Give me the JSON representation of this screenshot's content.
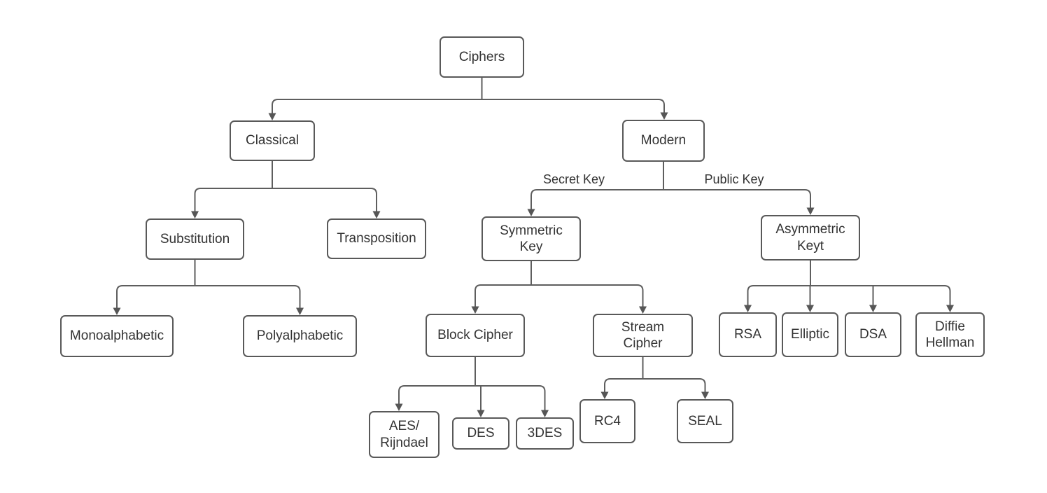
{
  "diagram": {
    "colors": {
      "background": "#ffffff",
      "node_border": "#595959",
      "node_fill": "#ffffff",
      "connector": "#5e5e5e",
      "arrowhead": "#565656",
      "text": "#333333"
    },
    "nodes": {
      "ciphers": "Ciphers",
      "classical": "Classical",
      "modern": "Modern",
      "substitution": "Substitution",
      "transposition": "Transposition",
      "symmetric_key": "Symmetric\nKey",
      "asymmetric_key": "Asymmetric\nKeyt",
      "monoalphabetic": "Monoalphabetic",
      "polyalphabetic": "Polyalphabetic",
      "block_cipher": "Block Cipher",
      "stream_cipher": "Stream\nCipher",
      "rsa": "RSA",
      "elliptic": "Elliptic",
      "dsa": "DSA",
      "diffie_hellman": "Diffie\nHellman",
      "aes_rijndael": "AES/\nRijndael",
      "des": "DES",
      "triple_des": "3DES",
      "rc4": "RC4",
      "seal": "SEAL"
    },
    "edge_labels": {
      "secret_key": "Secret Key",
      "public_key": "Public Key"
    }
  }
}
